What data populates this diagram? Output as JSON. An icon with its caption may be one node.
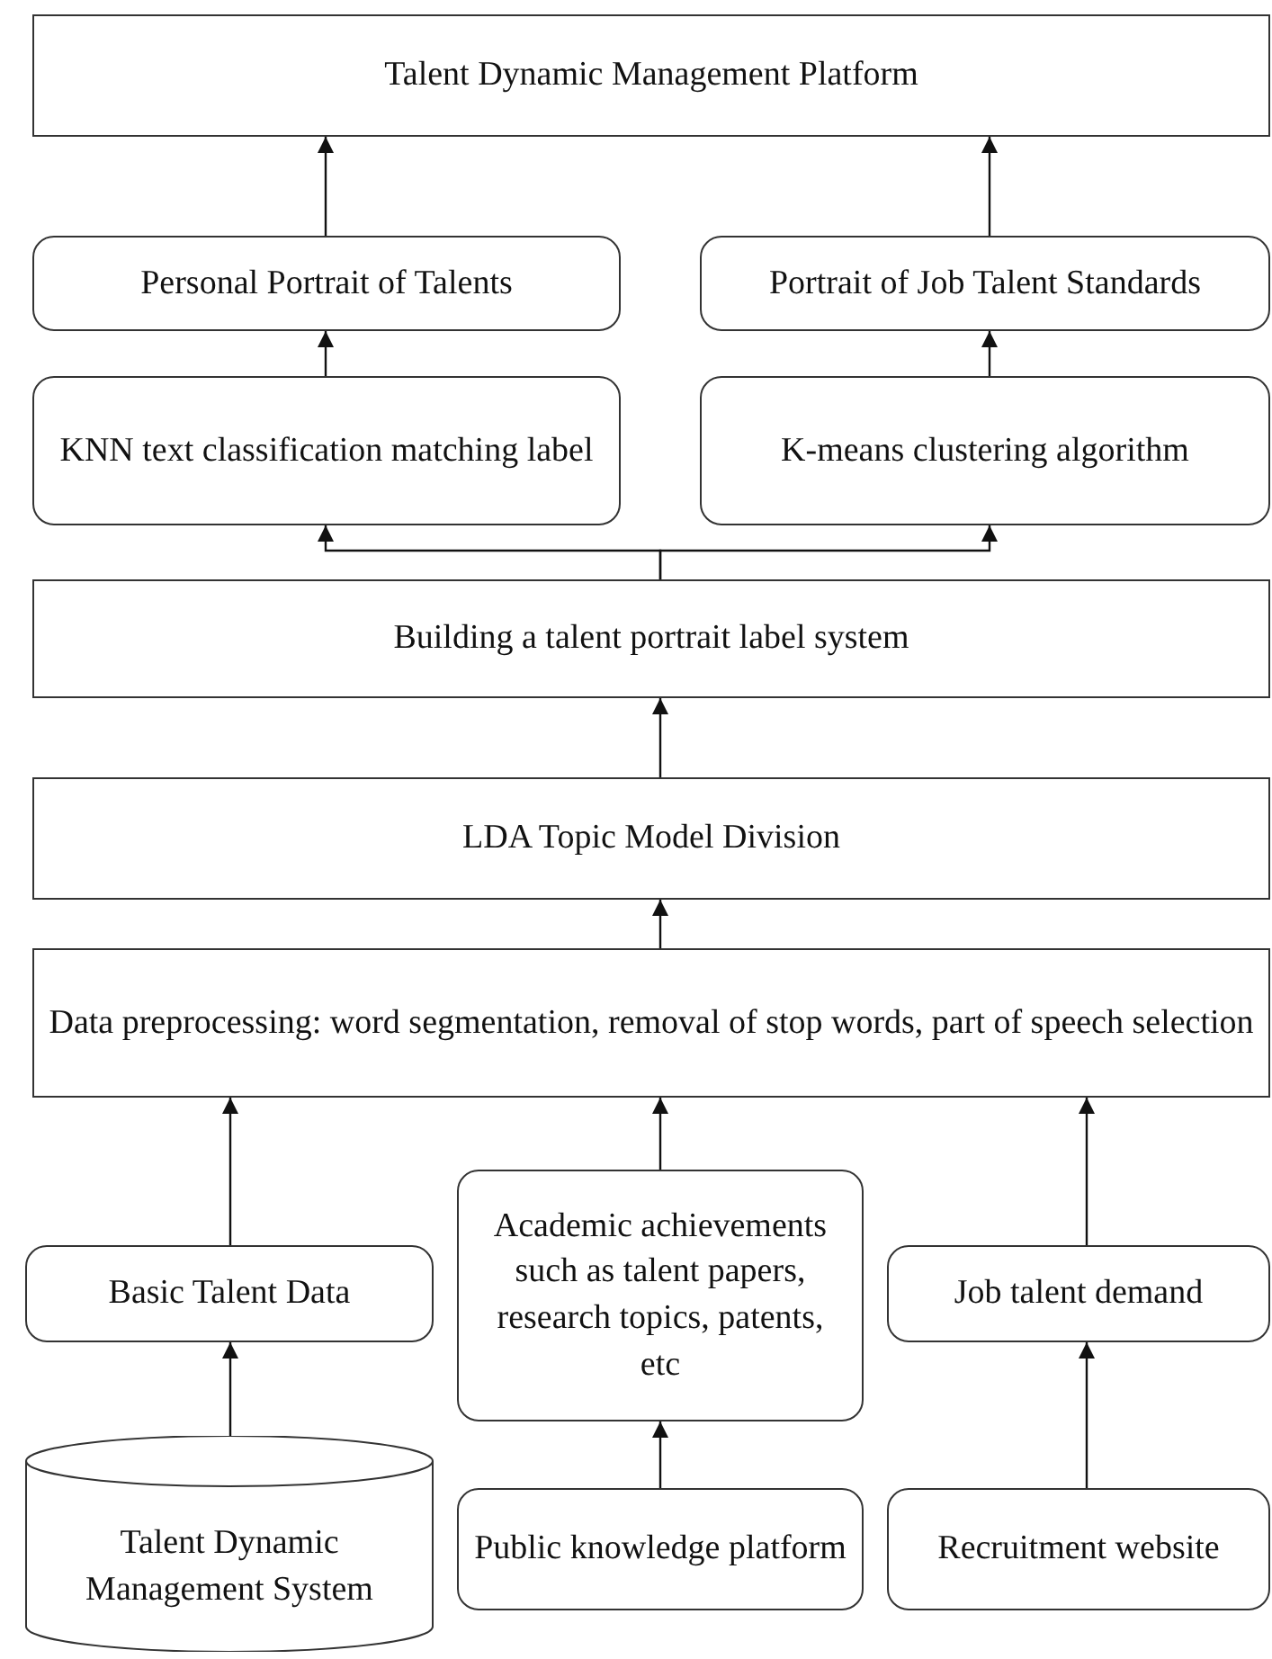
{
  "diagram": {
    "nodes": [
      {
        "text": [
          "Talent Dynamic Management Platform"
        ]
      },
      {
        "text": [
          "Personal Portrait of Talents"
        ]
      },
      {
        "text": [
          "Portrait of Job Talent Standards"
        ]
      },
      {
        "text": [
          "KNN text classification matching label"
        ]
      },
      {
        "text": [
          "K-means clustering algorithm"
        ]
      },
      {
        "text": [
          "Building a talent portrait label system"
        ]
      },
      {
        "text": [
          "LDA Topic Model Division"
        ]
      },
      {
        "text": [
          "Data preprocessing: word segmentation, removal of stop words, part of speech selection"
        ]
      },
      {
        "text": [
          "Basic Talent Data"
        ]
      },
      {
        "text": [
          "Academic achievements such as talent papers, research topics, patents, etc"
        ]
      },
      {
        "text": [
          "Job talent demand"
        ]
      },
      {
        "text": [
          "Talent Dynamic Management System"
        ]
      },
      {
        "text": [
          "Public knowledge platform"
        ]
      },
      {
        "text": [
          "Recruitment website"
        ]
      }
    ],
    "edges": [
      {
        "from": 1,
        "to": 0,
        "arrow": "to"
      },
      {
        "from": 2,
        "to": 0,
        "arrow": "to"
      },
      {
        "from": 3,
        "to": 1,
        "arrow": "to"
      },
      {
        "from": 4,
        "to": 2,
        "arrow": "to"
      },
      {
        "from": 5,
        "to": 3,
        "arrow": "to"
      },
      {
        "from": 5,
        "to": 4,
        "arrow": "to"
      },
      {
        "from": 6,
        "to": 5,
        "arrow": "to"
      },
      {
        "from": 7,
        "to": 6,
        "arrow": "to"
      },
      {
        "from": 8,
        "to": 7,
        "arrow": "to"
      },
      {
        "from": 9,
        "to": 7,
        "arrow": "to"
      },
      {
        "from": 10,
        "to": 7,
        "arrow": "to"
      },
      {
        "from": 11,
        "to": 8,
        "arrow": "to"
      },
      {
        "from": 12,
        "to": 9,
        "arrow": "to"
      },
      {
        "from": 13,
        "to": 10,
        "arrow": "to"
      }
    ]
  }
}
